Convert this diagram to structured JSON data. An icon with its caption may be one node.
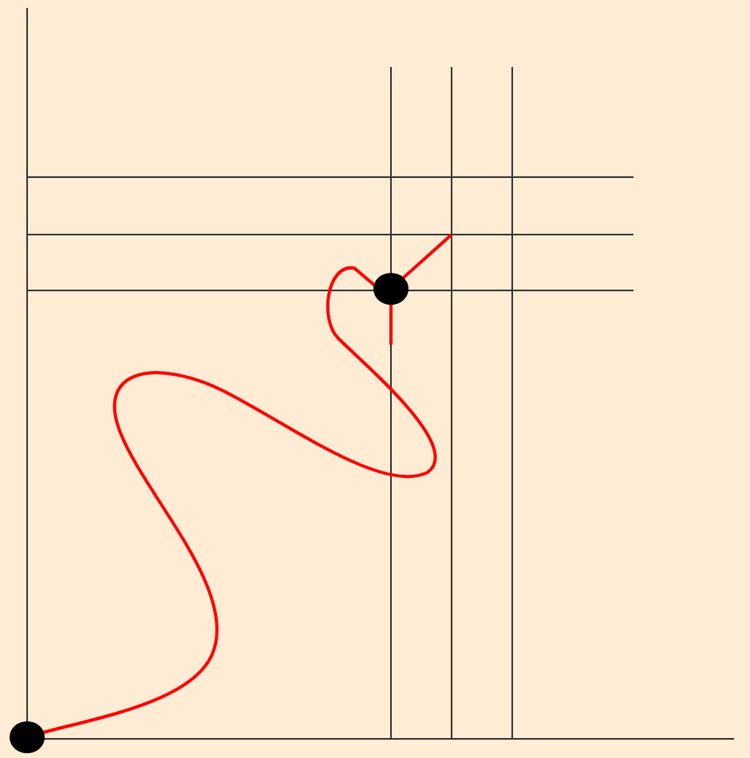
{
  "diagram": {
    "nodes": [
      {
        "text": [],
        "shape": "circle"
      },
      {
        "text": [],
        "shape": "circle"
      }
    ],
    "edges": [
      {
        "from": 0,
        "to": 1,
        "arrow": "none",
        "color": "#ff0000"
      }
    ]
  }
}
